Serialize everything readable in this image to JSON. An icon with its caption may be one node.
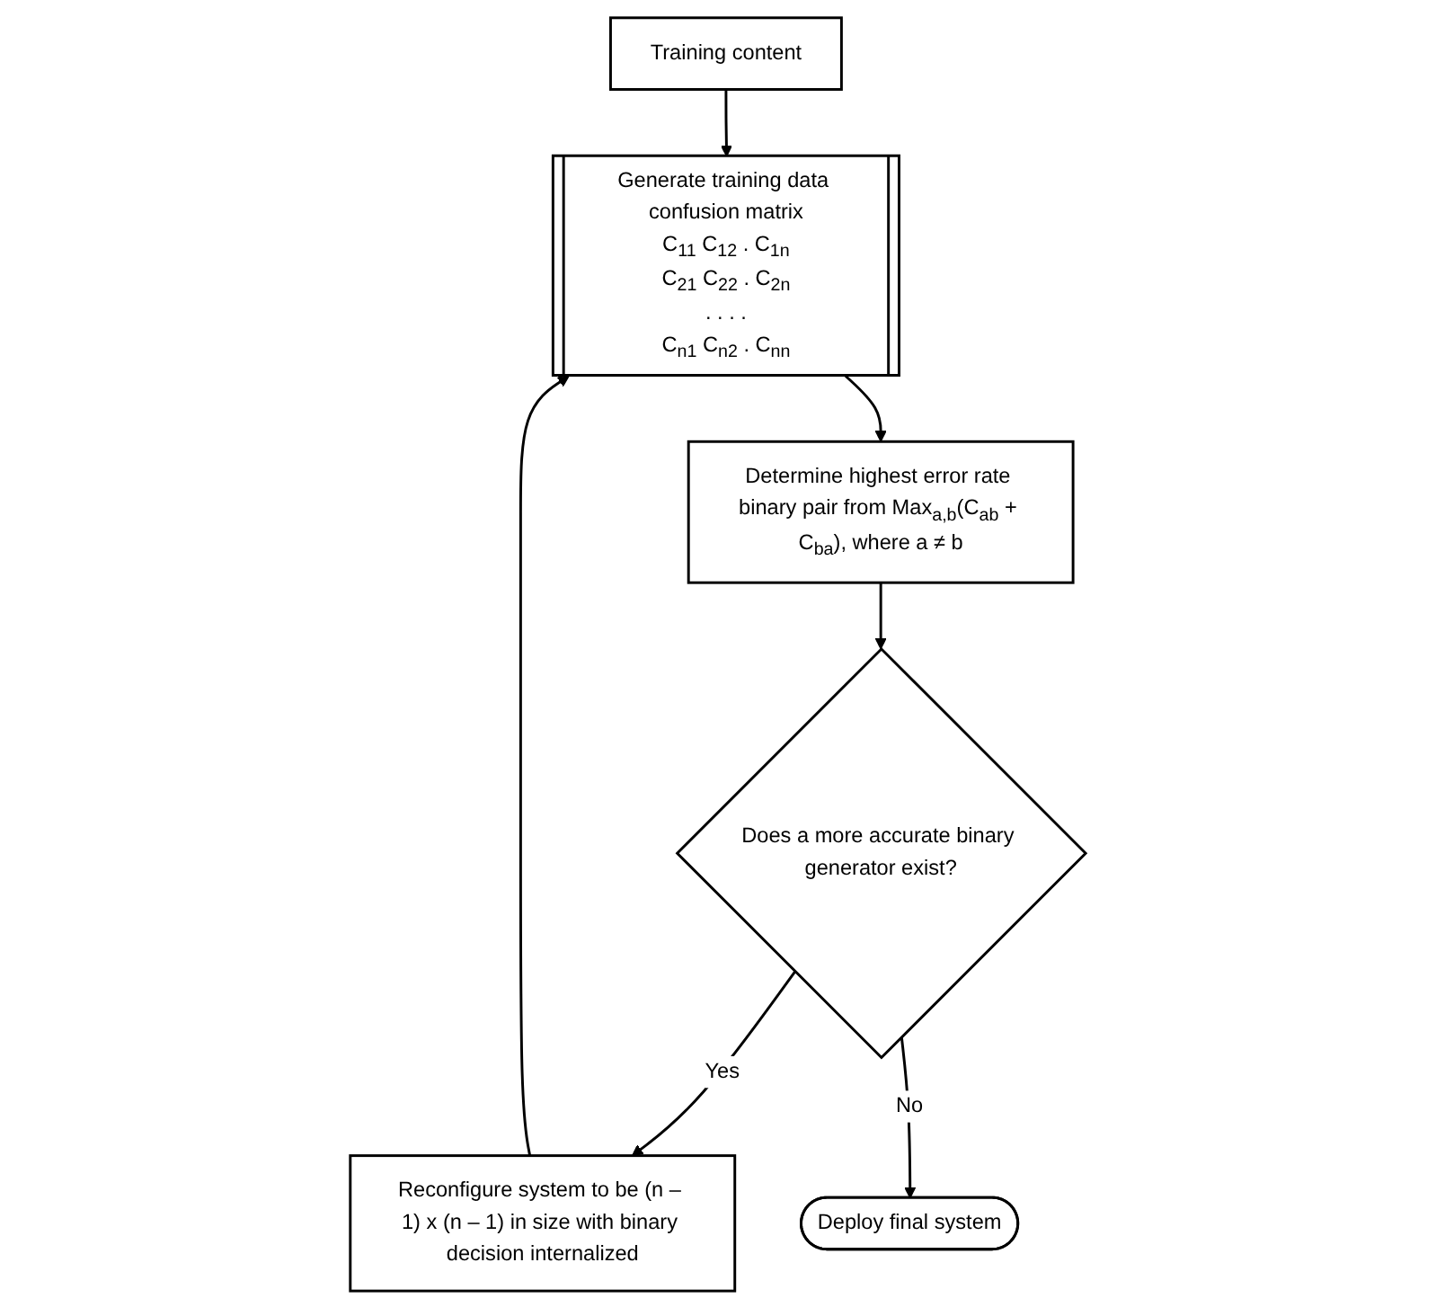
{
  "diagram": {
    "nodes": [
      {
        "text": [
          "Training content"
        ]
      },
      {
        "text": [
          "Generate training data confusion matrix",
          "C$_{11}$ C$_{12}$ . C$_{1n}$",
          "C$_{21}$ C$_{22}$ . C$_{2n}$",
          ". . . .",
          "C$_{n1}$ C$_{n2}$ . C$_{nn}$"
        ]
      },
      {
        "text": [
          "Determine highest error rate binary pair from Max$_{a,b}$(C$_{ab}$ + C$_{ba}$), where a ≠ b"
        ]
      },
      {
        "text": [
          "Does a more accurate binary generator exist?"
        ]
      },
      {
        "text": [
          "Reconfigure system to be (n – 1) x (n – 1) in size with binary decision internalized"
        ]
      },
      {
        "text": [
          "Deploy final system"
        ]
      }
    ],
    "edges": [
      {
        "from": 0,
        "to": 1,
        "arrow": "to"
      },
      {
        "from": 1,
        "to": 2,
        "arrow": "to"
      },
      {
        "from": 2,
        "to": 3,
        "arrow": "to"
      },
      {
        "from": 3,
        "to": 4,
        "arrow": "to",
        "label": "Yes"
      },
      {
        "from": 3,
        "to": 5,
        "arrow": "to",
        "label": "No"
      },
      {
        "from": 4,
        "to": 1,
        "arrow": "to"
      }
    ]
  }
}
